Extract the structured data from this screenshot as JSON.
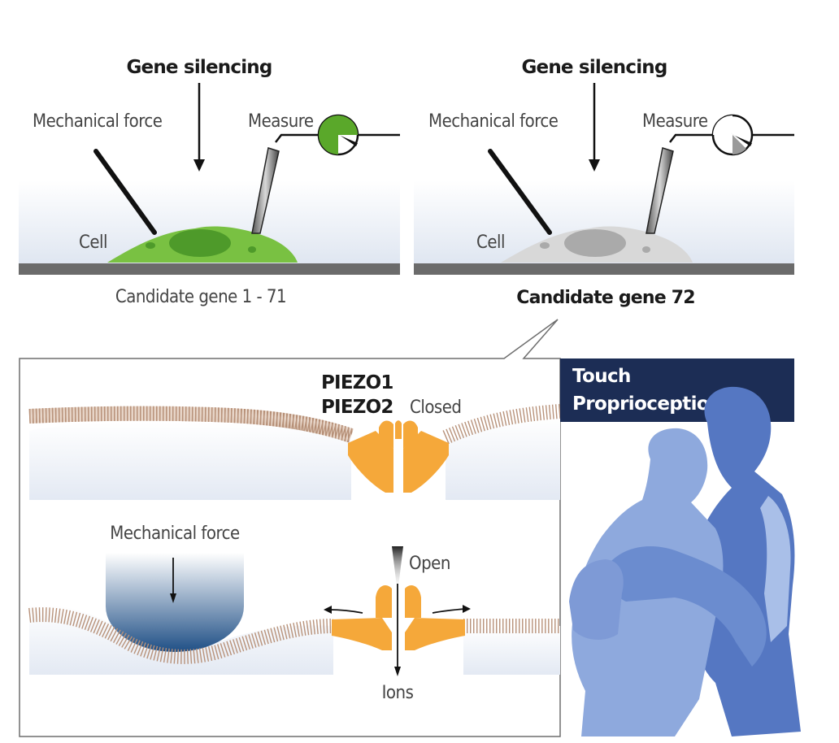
{
  "experiment": {
    "left": {
      "top_label": "Gene silencing",
      "force_label": "Mechanical force",
      "measure_label": "Measure",
      "cell_label": "Cell",
      "caption": "Candidate gene 1 - 71",
      "cell_color": "#79c142",
      "gauge_color": "#5aa82a"
    },
    "right": {
      "top_label": "Gene silencing",
      "force_label": "Mechanical force",
      "measure_label": "Measure",
      "cell_label": "Cell",
      "caption": "Candidate gene 72",
      "cell_color": "#d8d8d8",
      "gauge_color": "#9a9a9a"
    }
  },
  "membrane": {
    "channel_names": [
      "PIEZO1",
      "PIEZO2"
    ],
    "closed_label": "Closed",
    "force_label": "Mechanical force",
    "open_label": "Open",
    "ions_label": "Ions",
    "channel_color": "#f5a83a",
    "membrane_color": "#b8927a"
  },
  "side_panel": {
    "header_lines": [
      "Touch",
      "Proprioception"
    ],
    "header_color": "#1c2d55",
    "silhouette_colors": [
      "#6b8ccf",
      "#8ea9dd",
      "#5577c2"
    ]
  }
}
